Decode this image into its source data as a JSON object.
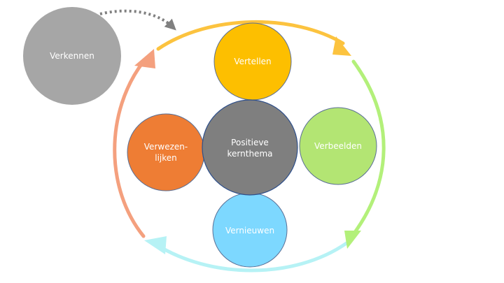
{
  "nodes": {
    "explore": {
      "label": "Verkennen",
      "color": "#a6a6a6"
    },
    "tell": {
      "label": "Vertellen",
      "color": "#fdbf00"
    },
    "exemplify": {
      "label": "Verbeelden",
      "color": "#b3e573"
    },
    "renew": {
      "label": "Vernieuwen",
      "color": "#7dd8ff"
    },
    "realize": {
      "label": "Verwezen-\nlijken",
      "color": "#ee7d34"
    },
    "core": {
      "label": "Positieve\nkernthema",
      "color": "#7f7f7f"
    }
  },
  "cycle_colors": {
    "top": "#fcc33f",
    "right": "#b3f07a",
    "bottom": "#b6f2f5",
    "left": "#f4a07e",
    "dotted": "#808080"
  }
}
